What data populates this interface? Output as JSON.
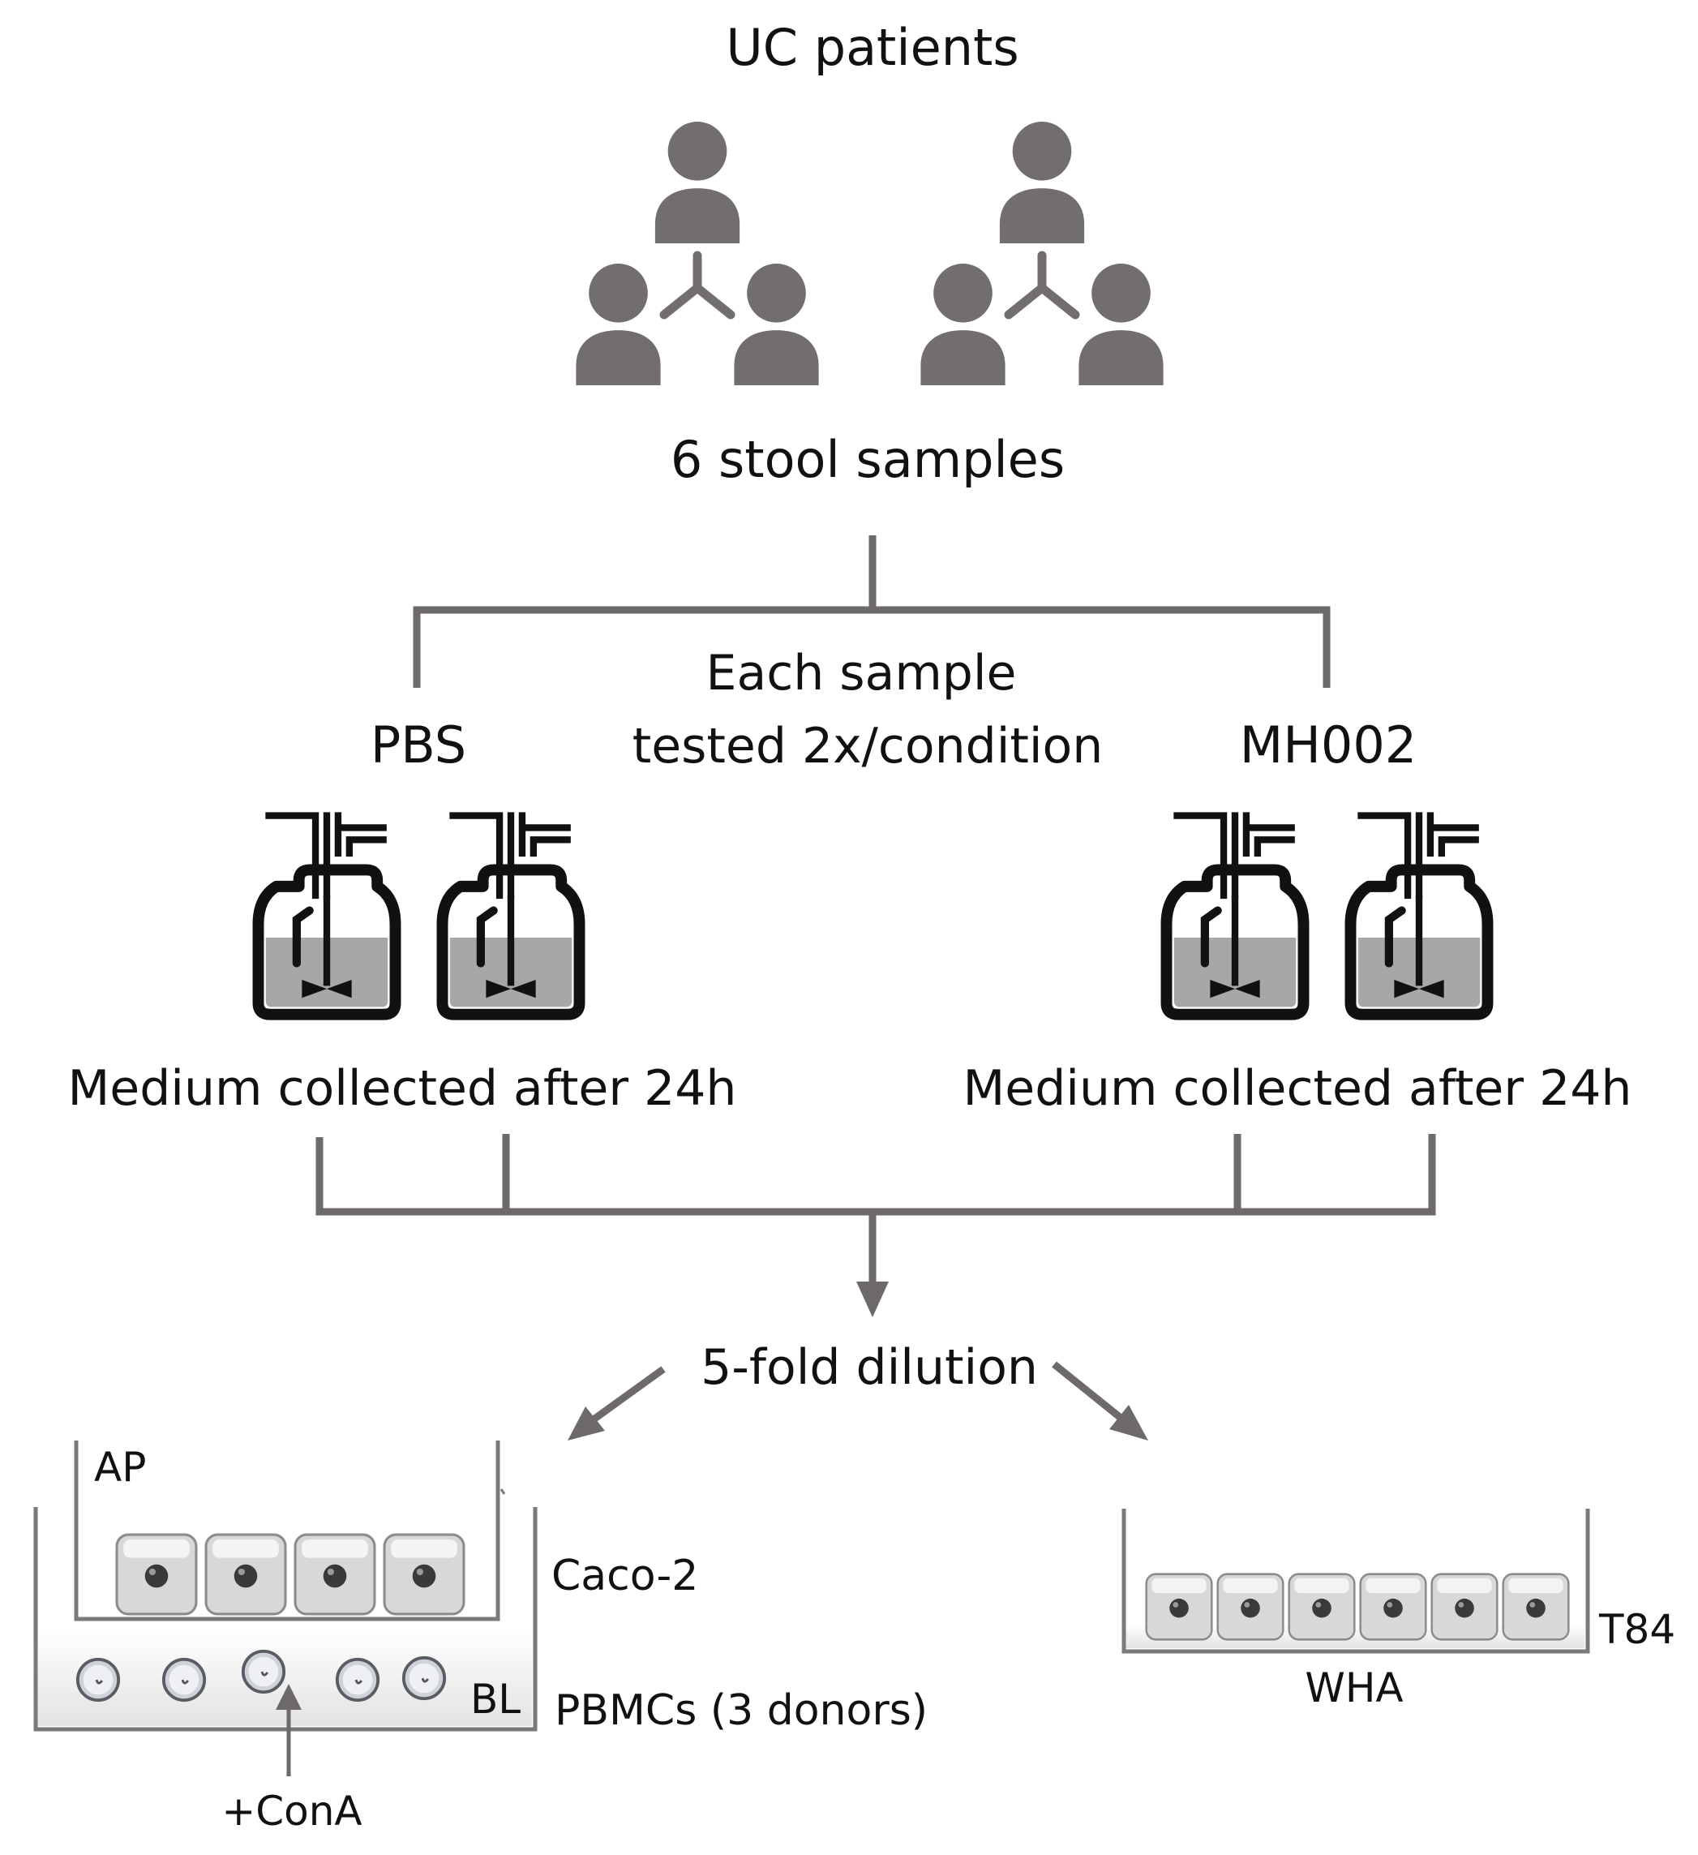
{
  "labels": {
    "title": "UC patients",
    "stool": "6 stool samples",
    "each_line1": "Each sample",
    "each_line2": "tested 2x/condition",
    "pbs": "PBS",
    "mh002": "MH002",
    "medium_left": "Medium collected after 24h",
    "medium_right": "Medium collected after 24h",
    "dilution": "5-fold dilution",
    "ap": "AP",
    "caco2": "Caco-2",
    "bl": "BL",
    "pbmcs": "PBMCs (3 donors)",
    "cona": "+ConA",
    "t84": "T84",
    "wha": "WHA"
  },
  "colors": {
    "people": "#726e6d",
    "connector": "#6d6a69",
    "bottle_outline": "#111111",
    "bottle_fill": "#a7a7a7",
    "cell_nucleus": "#3a3a3a",
    "well_line": "#7a7a7a"
  },
  "icons": {
    "people_groups": [
      "people-group-icon",
      "people-group-icon"
    ],
    "bioreactors": [
      "bioreactor-icon",
      "bioreactor-icon",
      "bioreactor-icon",
      "bioreactor-icon"
    ]
  }
}
